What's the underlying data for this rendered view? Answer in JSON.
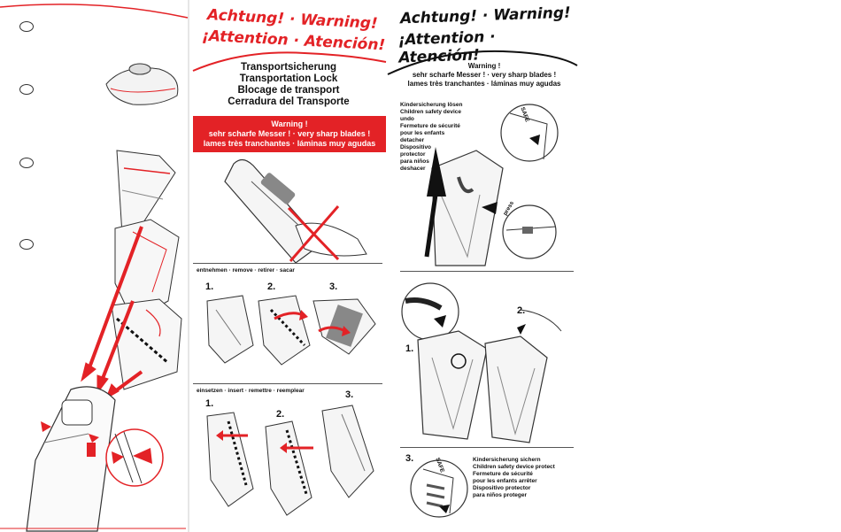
{
  "header": {
    "mid_line1": "Achtung! · Warning!",
    "mid_line2": "¡Attention · Atención!",
    "right_line1": "Achtung! · Warning!",
    "right_line2": "¡Attention · Atención!"
  },
  "transport_lock": {
    "title_de": "Transportsicherung",
    "title_en": "Transportation Lock",
    "title_fr": "Blocage de transport",
    "title_es": "Cerradura del Transporte"
  },
  "warning_box_mid": {
    "title": "Warning !",
    "line1": "sehr scharfe Messer ! · very sharp blades !",
    "line2": "lames très tranchantes · láminas muy agudas"
  },
  "warning_right": {
    "title": "Warning !",
    "line1": "sehr scharfe Messer ! · very sharp blades !",
    "line2": "lames très tranchantes · láminas muy agudas"
  },
  "remove_section": {
    "label": "entnehmen · remove · retirer · sacar",
    "steps": [
      "1.",
      "2.",
      "3."
    ]
  },
  "insert_section": {
    "label": "einsetzen · insert · remettre · reemplear",
    "steps": [
      "1.",
      "2.",
      "3."
    ]
  },
  "undo_section": {
    "lines": [
      "Kindersicherung lösen",
      "Children safety device undo",
      "Fermeture de sécurité",
      "pour les enfants",
      "detacher",
      "Dispositivo",
      "protector",
      "para niños",
      "deshacer"
    ],
    "press_label": "press",
    "safe_label": "SAFE"
  },
  "middle_steps": {
    "step1": "1.",
    "step2": "2."
  },
  "protect_section": {
    "step": "3.",
    "lines": [
      "Kindersicherung sichern",
      "Children safety device protect",
      "Fermeture de sécurité",
      "pour les enfants arrêter",
      "Dispositivo protector",
      "para niños proteger"
    ],
    "safe_label": "SAFE"
  },
  "colors": {
    "accent": "#e32226",
    "ink": "#111111"
  }
}
